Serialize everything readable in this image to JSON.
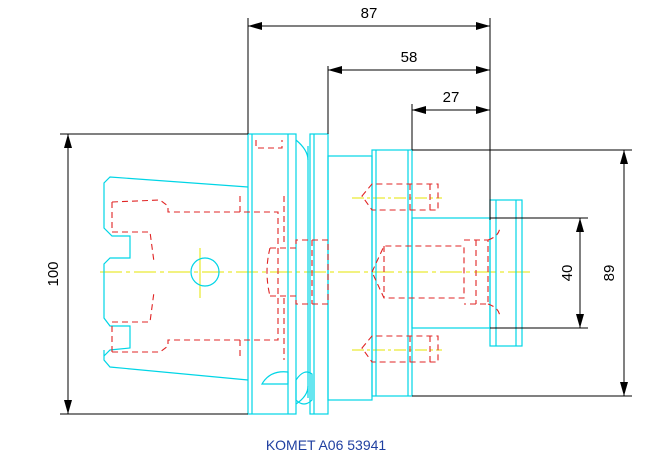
{
  "drawing": {
    "caption": "KOMET A06 53941",
    "colors": {
      "outline": "#00d5e6",
      "hidden": "#e02424",
      "centerline": "#e6e600",
      "dimension": "#000000",
      "caption": "#1f3fa0"
    }
  },
  "dimensions": {
    "overall_length": "87",
    "mid_length": "58",
    "short_length": "27",
    "left_height": "100",
    "right_height": "89",
    "right_inner_height": "40"
  }
}
